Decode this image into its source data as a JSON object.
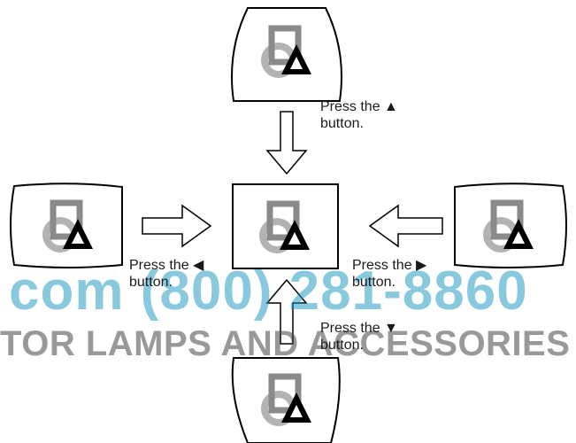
{
  "captions": {
    "up": {
      "line1": "Press the ▲",
      "line2": "button."
    },
    "left": {
      "line1": "Press the ◀",
      "line2": "button."
    },
    "right": {
      "line1": "Press the ▶",
      "line2": "button."
    },
    "down": {
      "line1": "Press the ▼",
      "line2": "button."
    }
  },
  "watermark": {
    "phone": "com (800) 281-8860",
    "tagline": "TOR LAMPS AND ACCESSORIES"
  },
  "colors": {
    "outline": "#000000",
    "square": "#8a8a8a",
    "circle": "#b3b3b3",
    "triangle": "#000000",
    "watermark_blue": "#1494be",
    "watermark_gray": "#464646"
  }
}
